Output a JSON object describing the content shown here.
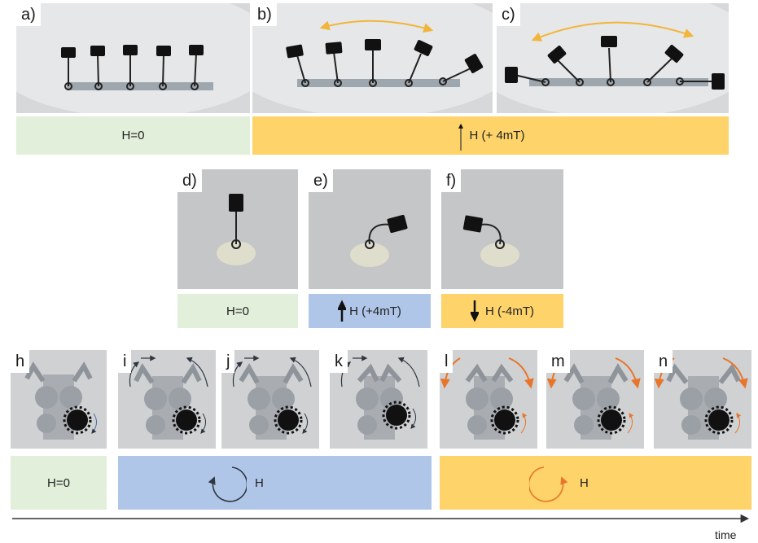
{
  "colors": {
    "zero_field": "#e2efda",
    "positive_field": "#fdd36a",
    "negative_field": "#afc6e8",
    "orange_arrow": "#e8752a",
    "dark_arrow": "#2f3640"
  },
  "top_row": {
    "panels": [
      "a)",
      "b)",
      "c)"
    ],
    "band_zero": "H=0",
    "band_field": "H (+ 4mT)"
  },
  "mid_row": {
    "panels": [
      "d)",
      "e)",
      "f)"
    ],
    "band_zero": "H=0",
    "band_pos": "H (+4mT)",
    "band_neg": "H (-4mT)"
  },
  "bottom_row": {
    "panels": [
      "h",
      "i",
      "j",
      "k",
      "l",
      "m",
      "n"
    ],
    "band_zero": "H=0",
    "band_cw": "H",
    "band_ccw": "H"
  },
  "time_axis": {
    "label": "time"
  }
}
